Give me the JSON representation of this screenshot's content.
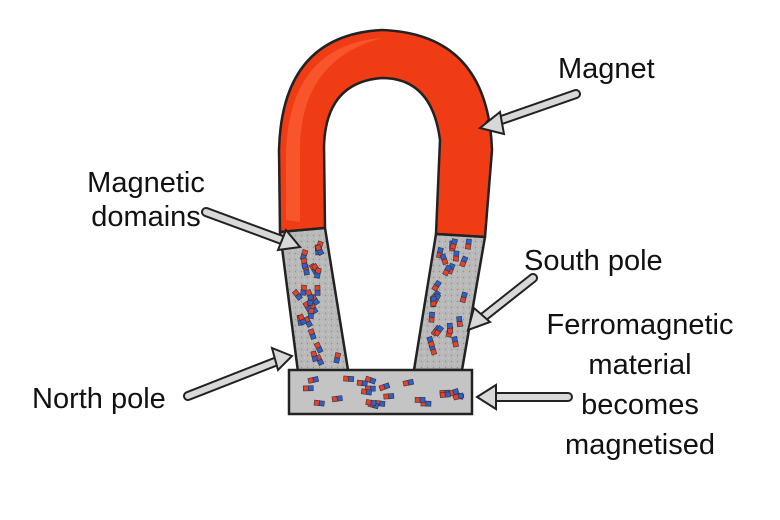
{
  "labels": {
    "magnet": "Magnet",
    "magnetic_domains": [
      "Magnetic",
      "domains"
    ],
    "south_pole": "South pole",
    "north_pole": "North pole",
    "ferromagnetic": [
      "Ferromagnetic",
      "material",
      "becomes",
      "magnetised"
    ]
  },
  "colors": {
    "magnet_red": "#f03c14",
    "magnet_shadow": "#b82a0a",
    "pole_grey": "#b4b4b4",
    "bar_grey": "#c4c4c4",
    "domain_red": "#e8402a",
    "domain_blue": "#2f5fc8",
    "arrow_fill": "#d8d8d8",
    "outline": "#222222"
  }
}
